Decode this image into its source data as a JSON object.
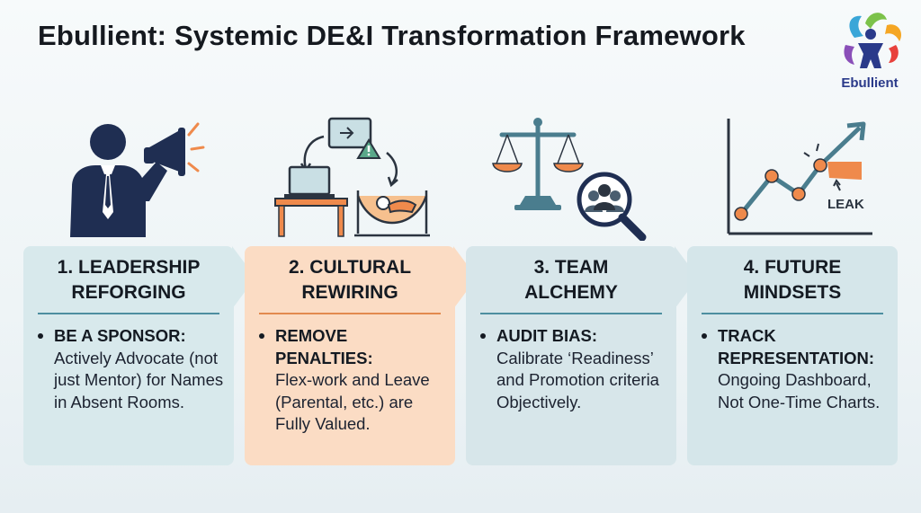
{
  "title": "Ebullient: Systemic DE&I Transformation Framework",
  "logo": {
    "text": "Ebullient",
    "icon": "people-cluster-logo-icon"
  },
  "colors": {
    "card1": "#d8e9ec",
    "card2": "#fbdcc4",
    "card3": "#d7e6ea",
    "card4": "#d5e6ea",
    "rule_teal": "#4d8ea0",
    "rule_orange": "#e28a4e",
    "accent_orange": "#ef8a4c",
    "navy": "#1f2e52"
  },
  "cards": [
    {
      "heading1": "1. LEADERSHIP",
      "heading2": "REFORGING",
      "bold": "BE A SPONSOR:",
      "text": "Actively Advocate (not just Mentor) for Names in Absent Rooms.",
      "icon": "megaphone-speaker-icon"
    },
    {
      "heading1": "2. CULTURAL",
      "heading2": "REWIRING",
      "bold": "REMOVE PENALTIES:",
      "text": "Flex-work and Leave (Parental, etc.) are Fully Valued.",
      "icon": "flex-work-leave-icon"
    },
    {
      "heading1": "3. TEAM",
      "heading2": "ALCHEMY",
      "bold": "AUDIT BIAS:",
      "text": "Calibrate ‘Readiness’ and Promotion criteria Objectively.",
      "icon": "balance-scale-magnifier-icon"
    },
    {
      "heading1": "4. FUTURE",
      "heading2": "MINDSETS",
      "bold": "TRACK REPRESENTATION:",
      "text": "Ongoing Dashboard, Not One-Time Charts.",
      "icon": "trend-chart-leak-icon"
    }
  ],
  "leak_label": "LEAK"
}
